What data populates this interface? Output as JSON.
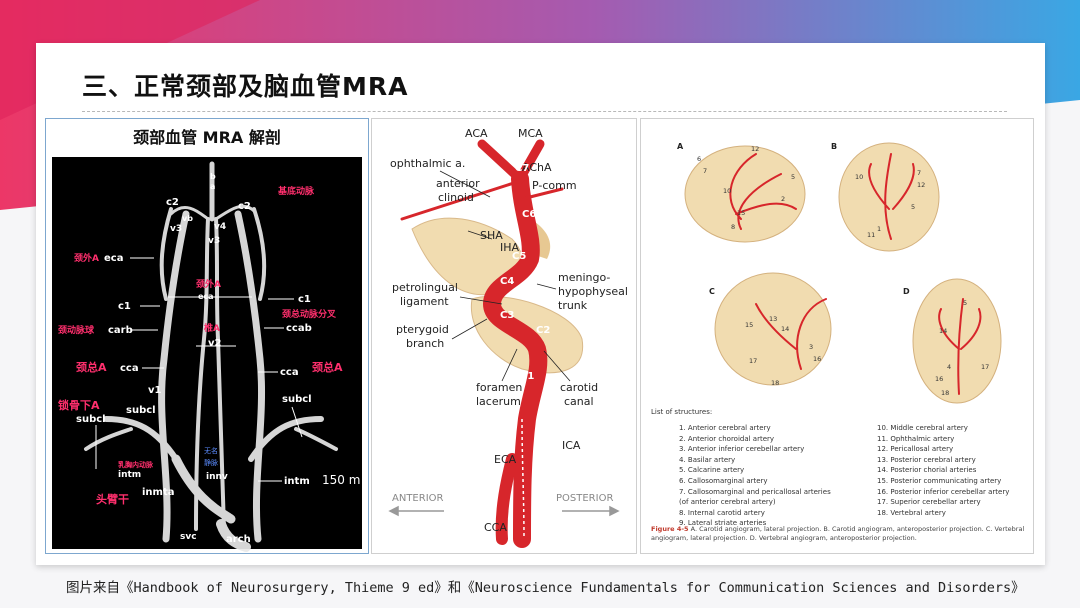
{
  "slide": {
    "title": "三、正常颈部及脑血管MRA",
    "caption": "图片来自《Handbook of Neurosurgery, Thieme 9 ed》和《Neuroscience Fundamentals for Communication Sciences and Disorders》"
  },
  "panel_mra": {
    "heading": "颈部血管 MRA 解剖",
    "labels": {
      "basilar_cn": "基底动脉",
      "c2_left": "c2",
      "c2_right": "c2",
      "vb": "vb",
      "v3_left": "v3",
      "v4": "v4",
      "v3_right": "v3",
      "ba": "b",
      "ba2": "a",
      "eca_cn": "颈外A",
      "eca": "eca",
      "eca_mid_cn": "颈外A",
      "eca_mid": "eca",
      "c1_left": "c1",
      "c1_right": "c1",
      "carb_cn": "颈动脉球",
      "carb": "carb",
      "ccab_cn": "颈总动脉分叉",
      "ccab": "ccab",
      "v2_cn": "椎A",
      "v2": "v2",
      "cca_left_cn": "颈总A",
      "cca_left": "cca",
      "cca_right": "cca",
      "cca_right_cn": "颈总A",
      "v1": "v1",
      "subcl_left_cn": "锁骨下A",
      "subcl_left": "subcl",
      "subcl_mid": "subcl",
      "subcl_right": "subcl",
      "intm_cn": "乳胸内动脉",
      "intm": "intm",
      "innv_cn1": "无名",
      "innv_cn2": "静脉",
      "innv": "innv",
      "intm_right": "intm",
      "scale": "150 m",
      "inmta_cn": "头臂干",
      "inmta": "inmta",
      "svc": "svc",
      "arch": "arch"
    }
  },
  "panel_carotid": {
    "labels": {
      "aca": "ACA",
      "mca": "MCA",
      "ophthalmic": "ophthalmic a.",
      "acha": "AChA",
      "anterior_clinoid": [
        "anterior",
        "clinoid"
      ],
      "pcomm": "P-comm",
      "c7": "C7",
      "c6": "C6",
      "c5": "C5",
      "c4": "C4",
      "c3": "C3",
      "c2": "C2",
      "c1": "C1",
      "sha": "SHA",
      "iha": "IHA",
      "meningo": [
        "meningo-",
        "hypophyseal",
        "trunk"
      ],
      "petrolingual": [
        "petrolingual",
        "ligament"
      ],
      "pterygoid": [
        "pterygoid",
        "branch"
      ],
      "foramen": [
        "foramen",
        "lacerum"
      ],
      "carotid_canal": [
        "carotid",
        "canal"
      ],
      "eca": "ECA",
      "ica": "ICA",
      "cca": "CCA",
      "anterior": "ANTERIOR",
      "posterior": "POSTERIOR"
    }
  },
  "panel_angio": {
    "view_letters": [
      "A",
      "B",
      "C",
      "D"
    ],
    "numbers_a": [
      "12",
      "6",
      "7",
      "5",
      "10",
      "2",
      "15",
      "8"
    ],
    "numbers_b": [
      "10",
      "7",
      "12",
      "5",
      "11",
      "1"
    ],
    "numbers_c": [
      "15",
      "13",
      "14",
      "17",
      "3",
      "16",
      "18"
    ],
    "numbers_d": [
      "5",
      "14",
      "17",
      "4",
      "16",
      "18"
    ],
    "list_title": "List of structures:",
    "list_left": [
      "1. Anterior cerebral artery",
      "2. Anterior choroidal artery",
      "3. Anterior inferior cerebellar artery",
      "4. Basilar artery",
      "5. Calcarine artery",
      "6. Callosomarginal artery",
      "7. Callosomarginal and pericallosal arteries",
      "(of anterior cerebral artery)",
      "8. Internal carotid artery",
      "9. Lateral striate arteries"
    ],
    "list_right": [
      "10. Middle cerebral artery",
      "11. Ophthalmic artery",
      "12. Pericallosal artery",
      "13. Posterior cerebral artery",
      "14. Posterior chorial arteries",
      "15. Posterior communicating artery",
      "16. Posterior inferior cerebellar artery",
      "17. Superior cerebellar artery",
      "18. Vertebral artery"
    ],
    "figure_label": "Figure 4-5",
    "figure_caption": "A. Carotid angiogram, lateral projection. B. Carotid angiogram, anteroposterior projection. C. Vertebral angiogram, lateral projection. D. Vertebral angiogram, anteroposterior projection."
  },
  "colors": {
    "vessel_red": "#d7262b",
    "label_red": "#ff2f6d",
    "skull_tan": "#f1dcb0",
    "bg_pink": "#e8306a",
    "bg_blue": "#3aa0e0"
  }
}
